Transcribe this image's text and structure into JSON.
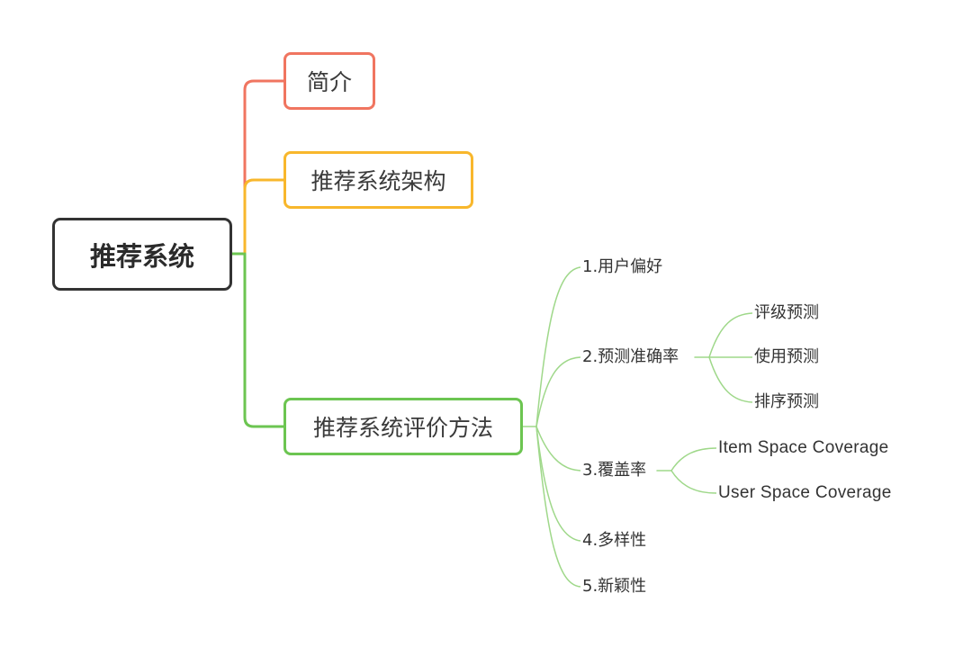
{
  "mindmap": {
    "root": {
      "label": "推荐系统"
    },
    "branches": [
      {
        "label": "简介",
        "color": "#f07560"
      },
      {
        "label": "推荐系统架构",
        "color": "#f8b72c"
      },
      {
        "label": "推荐系统评价方法",
        "color": "#6cc551",
        "children": [
          {
            "label": "1.用户偏好"
          },
          {
            "label": "2.预测准确率",
            "children": [
              {
                "label": "评级预测"
              },
              {
                "label": "使用预测"
              },
              {
                "label": "排序预测"
              }
            ]
          },
          {
            "label": "3.覆盖率",
            "children": [
              {
                "label": "Item  Space Coverage"
              },
              {
                "label": "User Space Coverage"
              }
            ]
          },
          {
            "label": "4.多样性"
          },
          {
            "label": "5.新颖性"
          }
        ]
      }
    ],
    "thin_line_color": "#9fd88a"
  }
}
